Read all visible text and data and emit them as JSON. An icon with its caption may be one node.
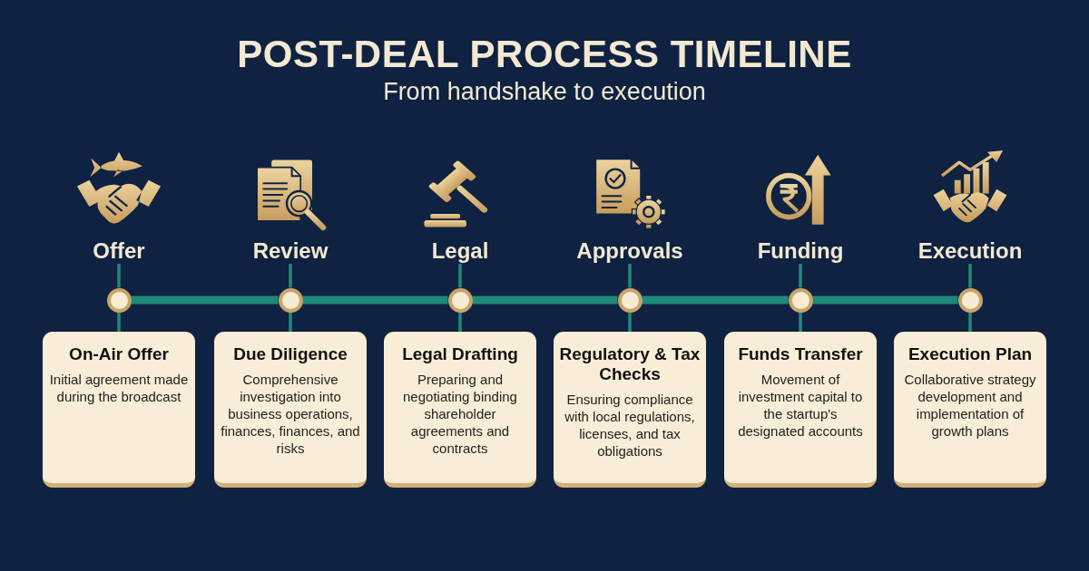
{
  "diagram": {
    "title": "POST-DEAL PROCESS TIMELINE",
    "nodes": [
      {
        "text": [
          "Offer"
        ]
      },
      {
        "text": [
          "Review"
        ]
      },
      {
        "text": [
          "Legal"
        ]
      },
      {
        "text": [
          "Approvals"
        ]
      },
      {
        "text": [
          "Funding"
        ]
      },
      {
        "text": [
          "Execution"
        ]
      },
      {
        "text": [],
        "shape": "circle"
      },
      {
        "text": [],
        "shape": "circle"
      },
      {
        "text": [],
        "shape": "circle"
      },
      {
        "text": [],
        "shape": "circle"
      },
      {
        "text": [],
        "shape": "circle"
      },
      {
        "text": [],
        "shape": "circle"
      },
      {
        "text": [
          "On-Air Offer",
          "Initial agreement made during the broadcast"
        ]
      },
      {
        "text": [
          "Due Diligence",
          "Comprehensive investigation into business operations, finances, finances, and risks"
        ]
      },
      {
        "text": [
          "Legal Drafting",
          "Preparing and negotiating binding shareholder agreements and contracts"
        ]
      },
      {
        "text": [
          "Regulatory & Tax Checks",
          "Ensuring compliance with local regulations, licenses, and tax obligations"
        ]
      },
      {
        "text": [
          "Funds Transfer",
          "Movement of investment capital to the startup's designated accounts"
        ]
      },
      {
        "text": [
          "Execution Plan",
          "Collaborative strategy development and implementation of growth plans"
        ]
      }
    ],
    "edges": [
      {
        "from": 0,
        "to": 6,
        "arrow": "none"
      },
      {
        "from": 1,
        "to": 7,
        "arrow": "none"
      },
      {
        "from": 2,
        "to": 8,
        "arrow": "none"
      },
      {
        "from": 3,
        "to": 9,
        "arrow": "none"
      },
      {
        "from": 4,
        "to": 10,
        "arrow": "none"
      },
      {
        "from": 5,
        "to": 11,
        "arrow": "none"
      },
      {
        "from": 6,
        "to": 7,
        "arrow": "none",
        "style": "thick"
      },
      {
        "from": 7,
        "to": 8,
        "arrow": "none",
        "style": "thick"
      },
      {
        "from": 8,
        "to": 9,
        "arrow": "none",
        "style": "thick"
      },
      {
        "from": 9,
        "to": 10,
        "arrow": "none",
        "style": "thick"
      },
      {
        "from": 10,
        "to": 11,
        "arrow": "none",
        "style": "thick"
      },
      {
        "from": 6,
        "to": 12,
        "arrow": "none"
      },
      {
        "from": 7,
        "to": 13,
        "arrow": "none"
      },
      {
        "from": 8,
        "to": 14,
        "arrow": "none"
      },
      {
        "from": 9,
        "to": 15,
        "arrow": "none"
      },
      {
        "from": 10,
        "to": 16,
        "arrow": "none"
      },
      {
        "from": 11,
        "to": 17,
        "arrow": "none"
      }
    ],
    "labels": [
      "From handshake to execution"
    ]
  }
}
